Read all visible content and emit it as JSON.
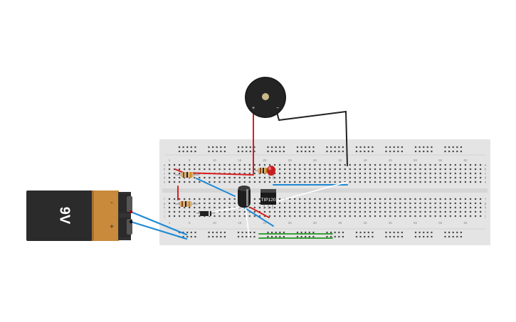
{
  "battery": {
    "label": "9V",
    "minus": "-",
    "plus": "+"
  },
  "transistor": {
    "label": "TIP120"
  },
  "buzzer": {
    "plus": "+",
    "minus": "−"
  },
  "breadboard": {
    "column_numbers": [
      "1",
      "5",
      "10",
      "15",
      "20",
      "25",
      "30",
      "35",
      "40",
      "45",
      "50",
      "55",
      "60"
    ],
    "row_letters_top": [
      "a",
      "b",
      "c",
      "d",
      "e"
    ],
    "row_letters_bottom": [
      "f",
      "g",
      "h",
      "i",
      "j"
    ]
  },
  "colors": {
    "board": "#e4e4e4",
    "hole": "#4a4a4a",
    "wire_red": "#d62020",
    "wire_blue": "#1e8ad6",
    "wire_black": "#222222",
    "wire_green": "#3aa03a",
    "battery_body": "#2b2b2b",
    "battery_cap": "#c98a3c"
  }
}
